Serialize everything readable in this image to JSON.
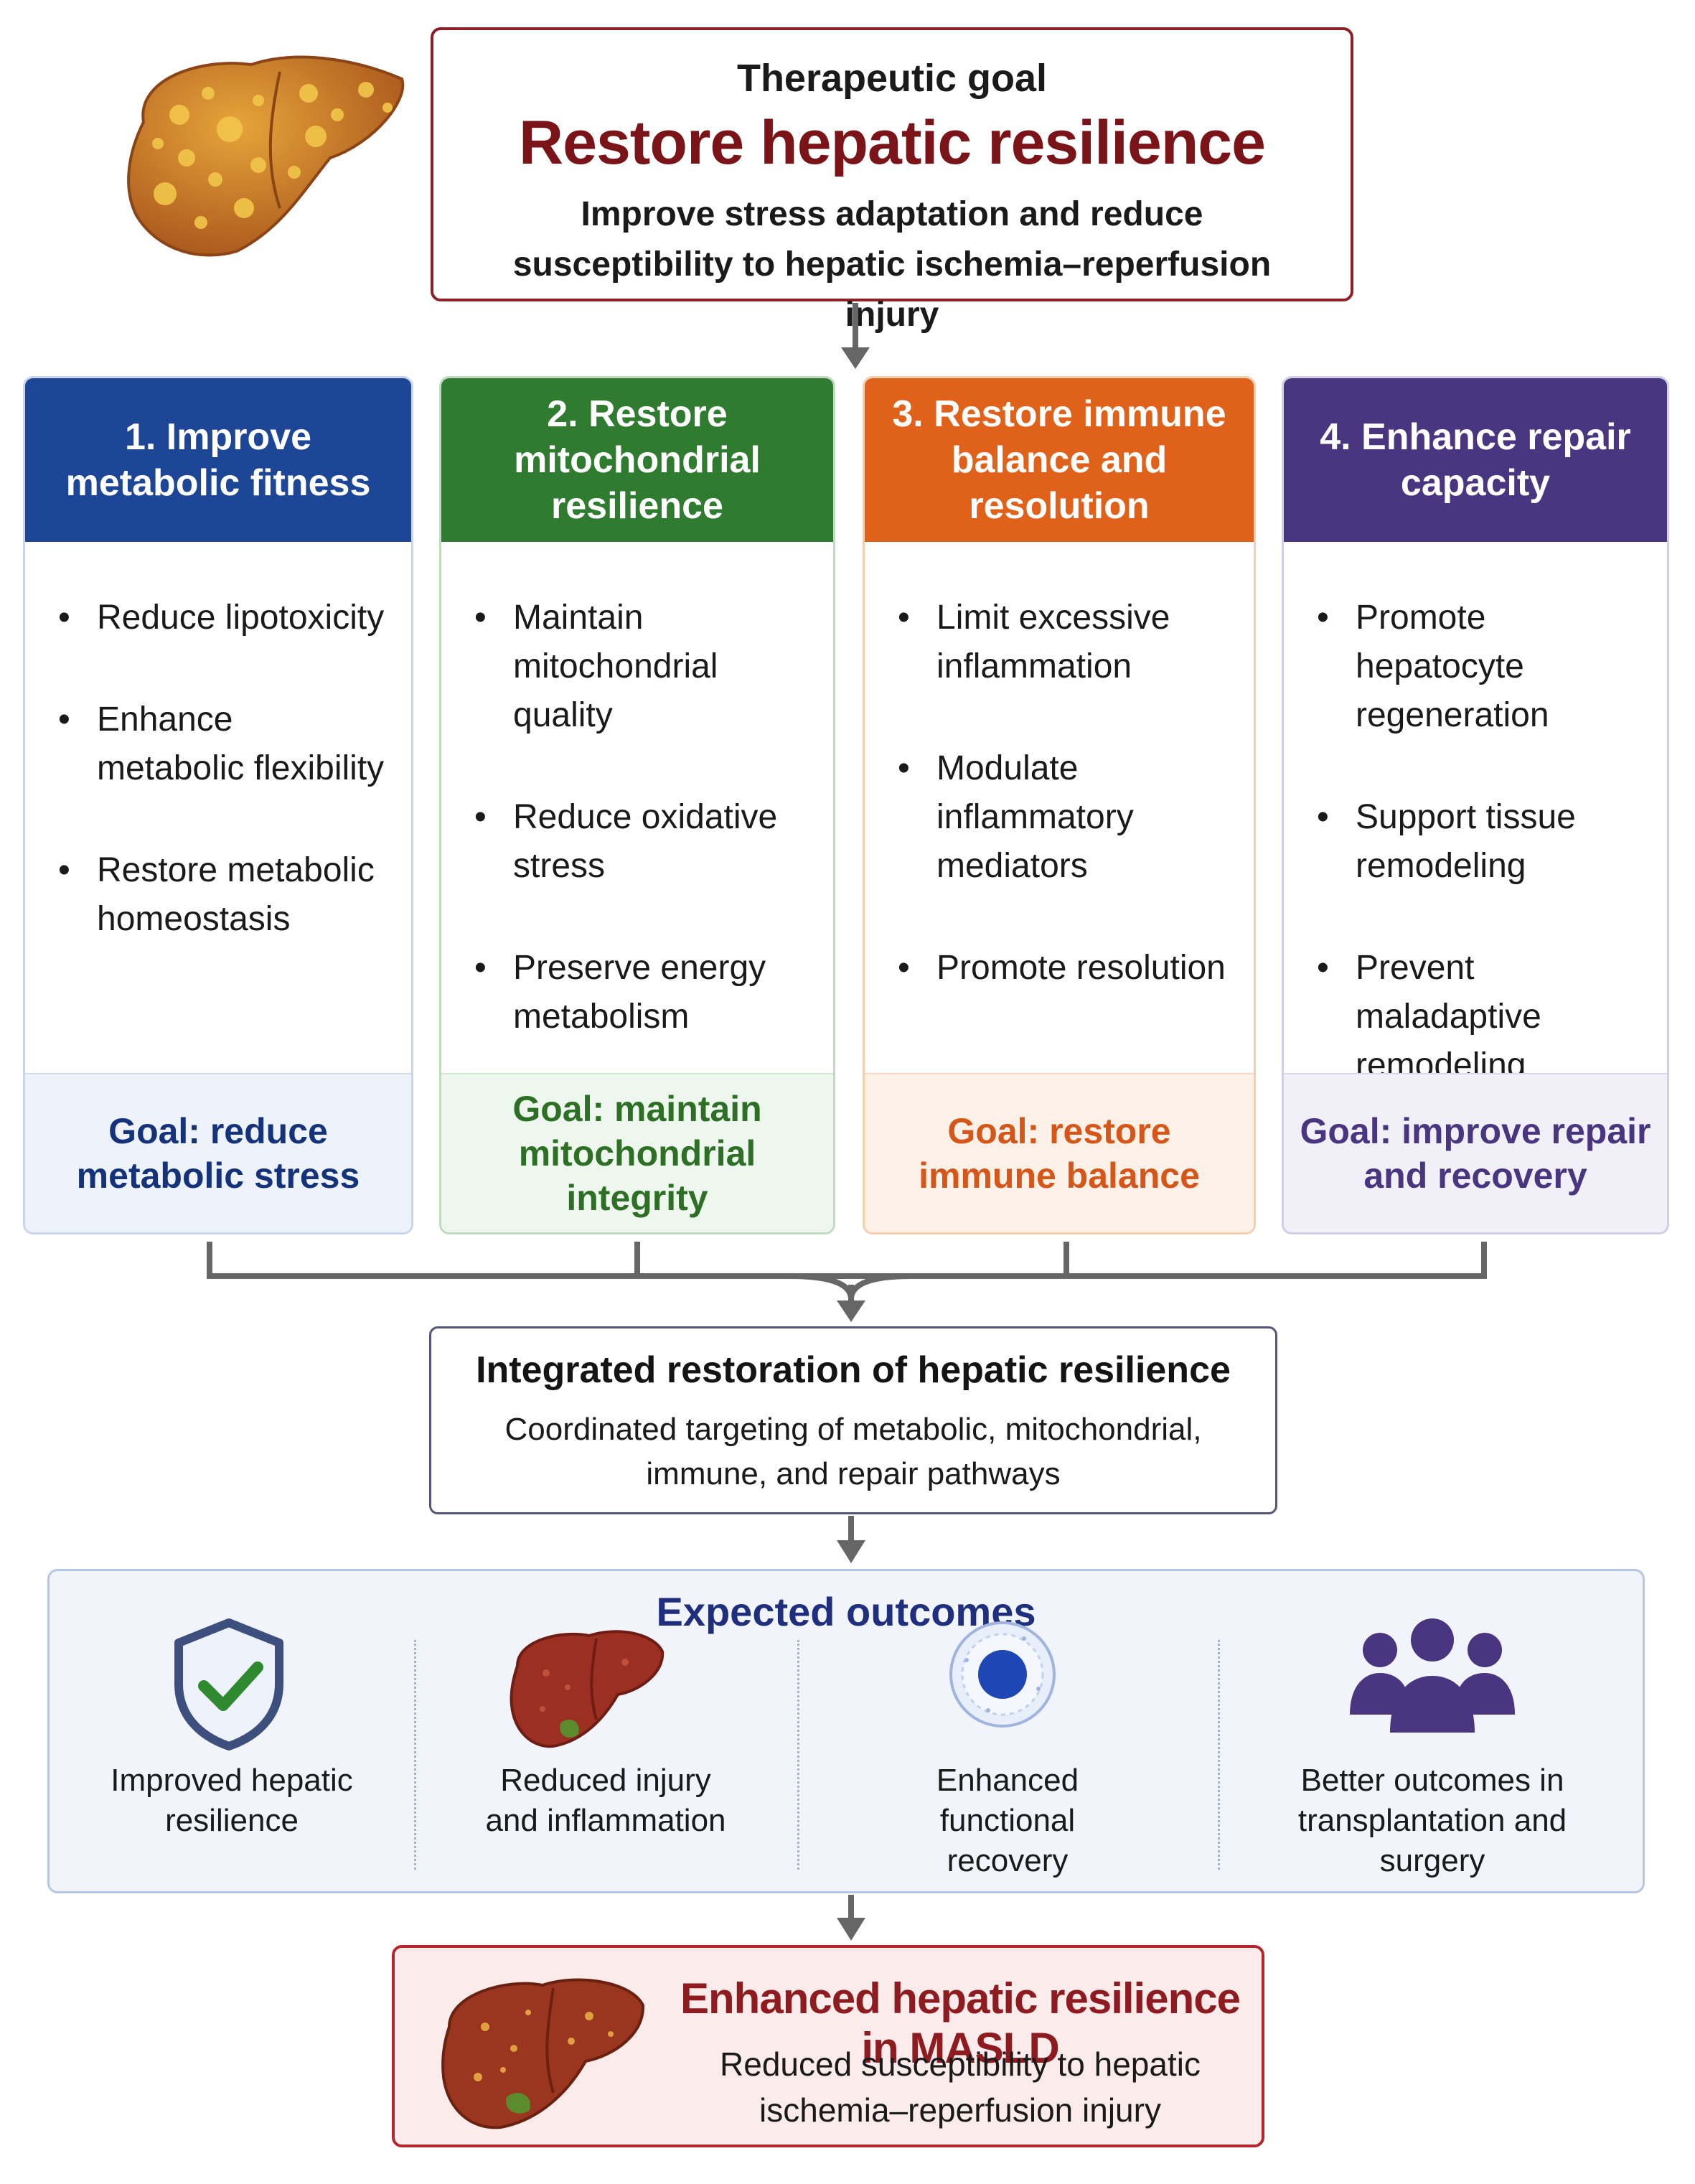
{
  "goal": {
    "label": "Therapeutic goal",
    "title": "Restore hepatic resilience",
    "subtitle": "Improve stress adaptation and reduce susceptibility to hepatic ischemia–reperfusion injury"
  },
  "columns": [
    {
      "header": "1. Improve metabolic fitness",
      "bullets": [
        "Reduce lipotoxicity",
        "Enhance metabolic flexibility",
        "Restore metabolic homeostasis"
      ],
      "goal": "Goal: reduce metabolic stress"
    },
    {
      "header": "2. Restore mitochondrial resilience",
      "bullets": [
        "Maintain mitochondrial quality",
        "Reduce oxidative stress",
        "Preserve energy metabolism"
      ],
      "goal": "Goal: maintain mitochondrial integrity"
    },
    {
      "header": "3. Restore immune balance and resolution",
      "bullets": [
        "Limit excessive inflammation",
        "Modulate inflammatory mediators",
        "Promote resolution"
      ],
      "goal": "Goal: restore immune balance"
    },
    {
      "header": "4. Enhance repair capacity",
      "bullets": [
        "Promote hepatocyte regeneration",
        "Support tissue remodeling",
        "Prevent maladaptive remodeling"
      ],
      "goal": "Goal: improve repair and recovery"
    }
  ],
  "integrated": {
    "title": "Integrated restoration of hepatic resilience",
    "description": "Coordinated targeting of metabolic, mitochondrial, immune, and repair pathways"
  },
  "outcomes": {
    "title": "Expected outcomes",
    "items": [
      {
        "label": "Improved hepatic resilience",
        "icon": "shield-check-icon"
      },
      {
        "label": "Reduced injury and inflammation",
        "icon": "liver-icon"
      },
      {
        "label": "Enhanced functional recovery",
        "icon": "cell-icon"
      },
      {
        "label": "Better outcomes in transplantation and surgery",
        "icon": "people-icon"
      }
    ]
  },
  "final": {
    "title": "Enhanced hepatic resilience in MASLD",
    "description": "Reduced susceptibility to hepatic ischemia–reperfusion injury"
  },
  "colors": {
    "dark_red": "#7a1418",
    "blue": "#1d4696",
    "green": "#2f7b30",
    "orange": "#e0621a",
    "purple": "#4a3580"
  }
}
